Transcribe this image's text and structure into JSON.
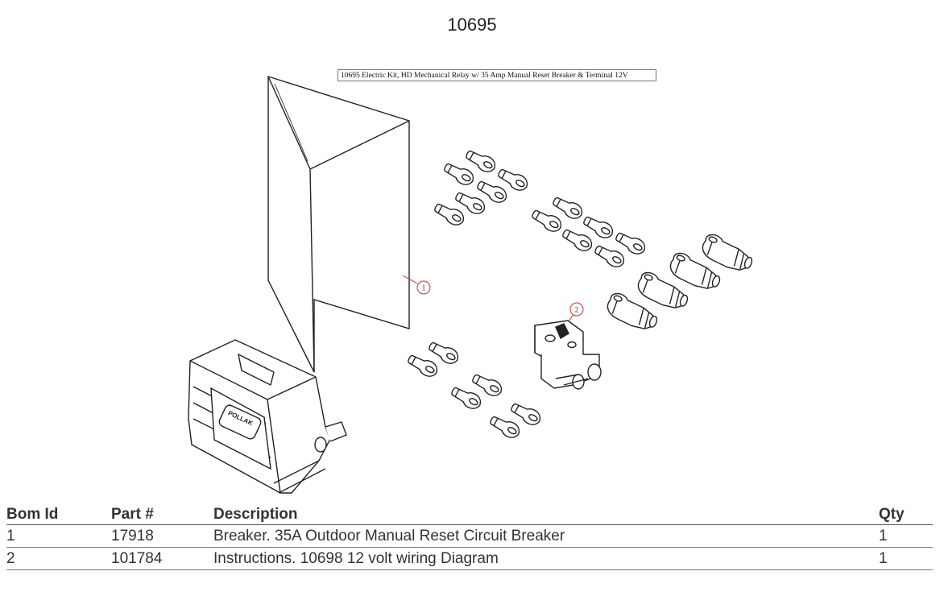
{
  "page": {
    "title": "10695"
  },
  "diagram": {
    "caption": "10695 Electric Kit, HD Mechanical Relay w/ 35 Amp Manual Reset Breaker & Terminal 12V",
    "callouts": [
      "1",
      "2"
    ],
    "relay_logo_text": "POLLAK"
  },
  "bom": {
    "headers": {
      "bom_id": "Bom Id",
      "part": "Part #",
      "description": "Description",
      "qty": "Qty"
    },
    "rows": [
      {
        "bom_id": "1",
        "part": "17918",
        "description": "Breaker. 35A Outdoor Manual Reset Circuit Breaker",
        "qty": "1"
      },
      {
        "bom_id": "2",
        "part": "101784",
        "description": "Instructions. 10698 12 volt wiring Diagram",
        "qty": "1"
      }
    ]
  }
}
